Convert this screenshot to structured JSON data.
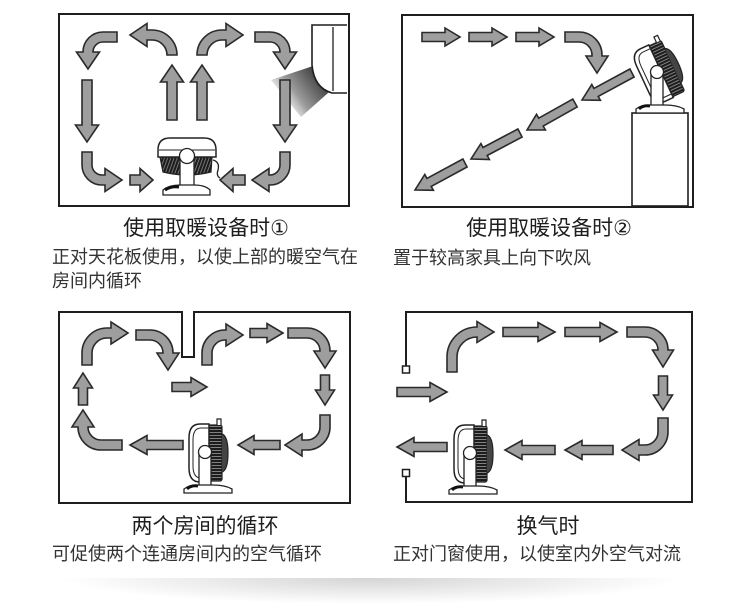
{
  "panels": [
    {
      "title": "使用取暖设备时①",
      "description": "正对天花板使用，以使上部的暖空气在房间内循环"
    },
    {
      "title": "使用取暖设备时②",
      "description": "置于较高家具上向下吹风"
    },
    {
      "title": "两个房间的循环",
      "description": "可促使两个连通房间内的空气循环"
    },
    {
      "title": "换气时",
      "description": "正对门窗使用，以使室内外空气对流"
    }
  ],
  "icons": {
    "fan": "air-circulator-fan-icon",
    "heater": "air-conditioner-icon",
    "arrow": "airflow-arrow-icon"
  },
  "colors": {
    "arrow_fill": "#9e9e9e",
    "arrow_stroke": "#2a2a2a",
    "outline": "#1e1e1e",
    "title_text": "#1e1e1e",
    "body_text": "#333333"
  }
}
